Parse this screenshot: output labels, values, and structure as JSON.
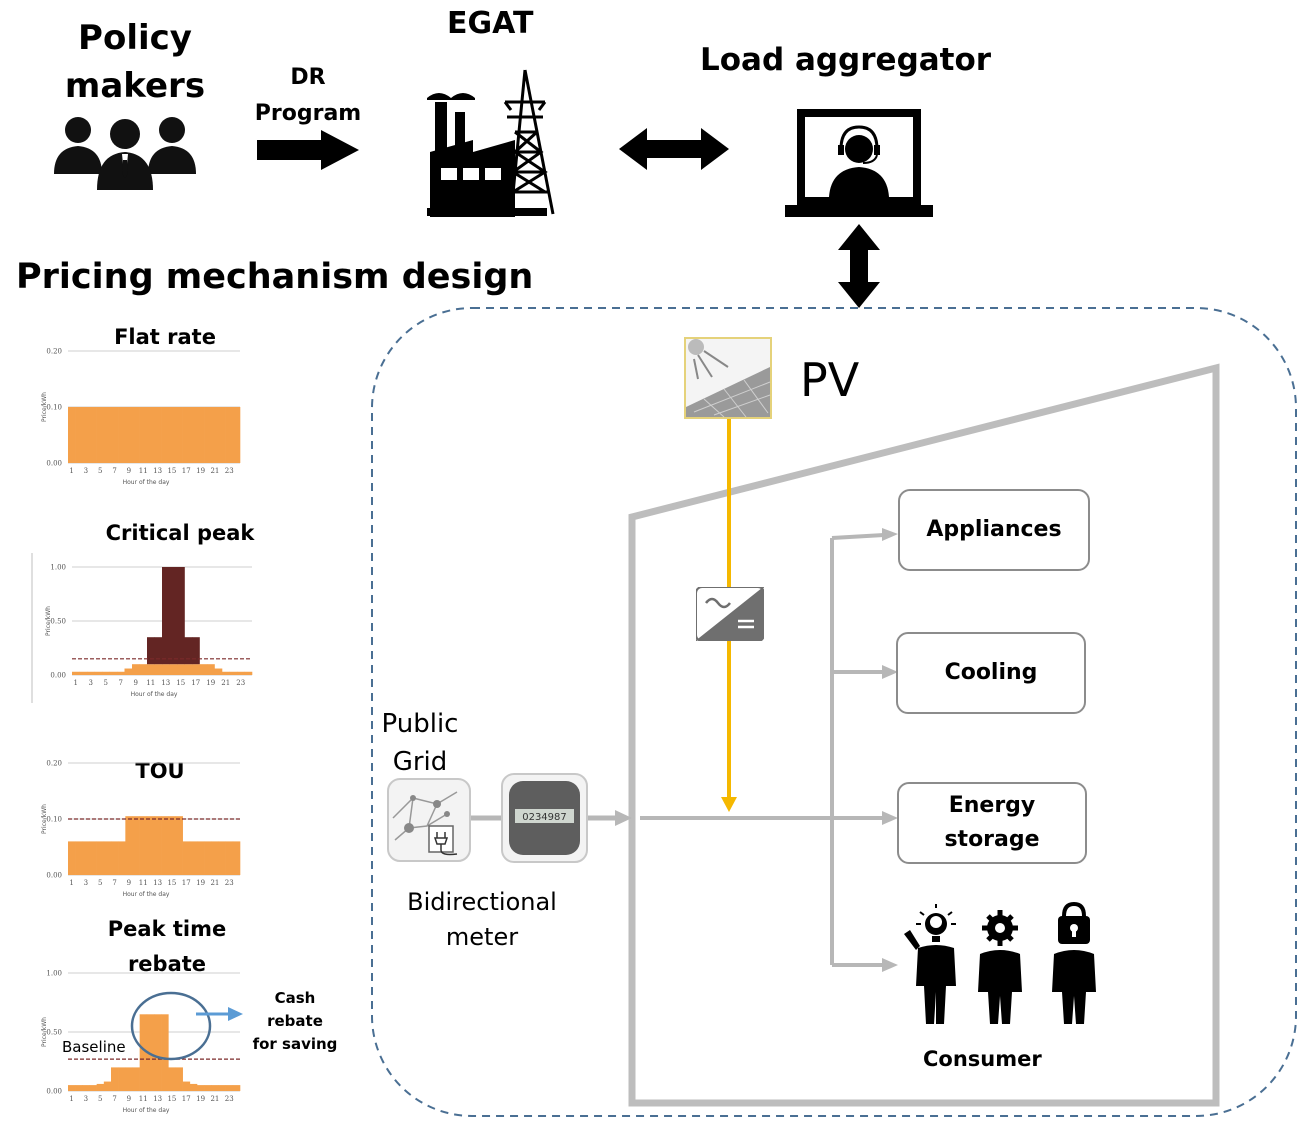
{
  "top": {
    "policy_makers": "Policy makers",
    "policy_line1": "Policy",
    "policy_line2": "makers",
    "dr_program_line1": "DR",
    "dr_program_line2": "Program",
    "egat": "EGAT",
    "load_aggregator": "Load aggregator",
    "section_title": "Pricing mechanism design"
  },
  "system": {
    "pv": "PV",
    "public_grid_line1": "Public",
    "public_grid_line2": "Grid",
    "meter_display": "0234987",
    "bidirectional_line1": "Bidirectional",
    "bidirectional_line2": "meter",
    "boxes": {
      "appliances": "Appliances",
      "cooling": "Cooling",
      "energy_storage_line1": "Energy",
      "energy_storage_line2": "storage"
    },
    "consumer": "Consumer"
  },
  "pricing": {
    "flat_rate": "Flat rate",
    "critical_peak": "Critical peak",
    "tou": "TOU",
    "peak_rebate_line1": "Peak time",
    "peak_rebate_line2": "rebate",
    "baseline": "Baseline",
    "cash_line1": "Cash",
    "cash_line2": "rebate",
    "cash_line3": "for saving",
    "y_axis_label": "Price/kWh",
    "x_axis_label": "Hour of the day",
    "hour_ticks": [
      "1",
      "3",
      "5",
      "7",
      "9",
      "11",
      "13",
      "15",
      "17",
      "19",
      "21",
      "23"
    ]
  },
  "colors": {
    "orange": "#f4a04a",
    "dark_red": "#632523",
    "dashed_border": "#4a6f93",
    "gray_line": "#b7b7b7",
    "pv_line": "#f5b800"
  },
  "chart_data": [
    {
      "type": "bar",
      "title": "Flat rate",
      "xlabel": "Hour of the day",
      "ylabel": "Price/kWh",
      "x_ticks": [
        "1",
        "3",
        "5",
        "7",
        "9",
        "11",
        "13",
        "15",
        "17",
        "19",
        "21",
        "23"
      ],
      "y_ticks": [
        "0.00",
        "0.10",
        "0.20"
      ],
      "ylim": [
        0,
        0.2
      ],
      "series": [
        {
          "values": [
            0.1,
            0.1,
            0.1,
            0.1,
            0.1,
            0.1,
            0.1,
            0.1,
            0.1,
            0.1,
            0.1,
            0.1,
            0.1,
            0.1,
            0.1,
            0.1,
            0.1,
            0.1,
            0.1,
            0.1,
            0.1,
            0.1,
            0.1,
            0.1
          ]
        }
      ]
    },
    {
      "type": "bar",
      "title": "Critical peak",
      "xlabel": "Hour of the day",
      "ylabel": "Price/kWh",
      "x_ticks": [
        "1",
        "3",
        "5",
        "7",
        "9",
        "11",
        "13",
        "15",
        "17",
        "19",
        "21",
        "23"
      ],
      "y_ticks": [
        "0.00",
        "0.50",
        "1.00"
      ],
      "ylim": [
        0,
        1.0
      ],
      "series": [
        {
          "values": [
            0.03,
            0.03,
            0.03,
            0.03,
            0.03,
            0.03,
            0.03,
            0.06,
            0.1,
            0.1,
            0.35,
            0.35,
            1.0,
            1.0,
            1.0,
            0.35,
            0.35,
            0.1,
            0.1,
            0.06,
            0.03,
            0.03,
            0.03,
            0.03
          ]
        }
      ],
      "reference_line": 0.15
    },
    {
      "type": "bar",
      "title": "TOU",
      "xlabel": "Hour of the day",
      "ylabel": "Price/kWh",
      "x_ticks": [
        "1",
        "3",
        "5",
        "7",
        "9",
        "11",
        "13",
        "15",
        "17",
        "19",
        "21",
        "23"
      ],
      "y_ticks": [
        "0.00",
        "0.10",
        "0.20"
      ],
      "ylim": [
        0,
        0.2
      ],
      "series": [
        {
          "values": [
            0.06,
            0.06,
            0.06,
            0.06,
            0.06,
            0.06,
            0.06,
            0.06,
            0.105,
            0.105,
            0.105,
            0.105,
            0.105,
            0.105,
            0.105,
            0.105,
            0.06,
            0.06,
            0.06,
            0.06,
            0.06,
            0.06,
            0.06,
            0.06
          ]
        }
      ],
      "reference_line": 0.1
    },
    {
      "type": "bar",
      "title": "Peak time rebate",
      "xlabel": "Hour of the day",
      "ylabel": "Price/kWh",
      "x_ticks": [
        "1",
        "3",
        "5",
        "7",
        "9",
        "11",
        "13",
        "15",
        "17",
        "19",
        "21",
        "23"
      ],
      "y_ticks": [
        "0.00",
        "0.50",
        "1.00"
      ],
      "ylim": [
        0,
        1.0
      ],
      "series": [
        {
          "values": [
            0.05,
            0.05,
            0.05,
            0.05,
            0.06,
            0.08,
            0.2,
            0.2,
            0.2,
            0.2,
            0.65,
            0.65,
            0.65,
            0.65,
            0.2,
            0.2,
            0.08,
            0.06,
            0.05,
            0.05,
            0.05,
            0.05,
            0.05,
            0.05
          ]
        }
      ],
      "reference_line": 0.27
    }
  ]
}
